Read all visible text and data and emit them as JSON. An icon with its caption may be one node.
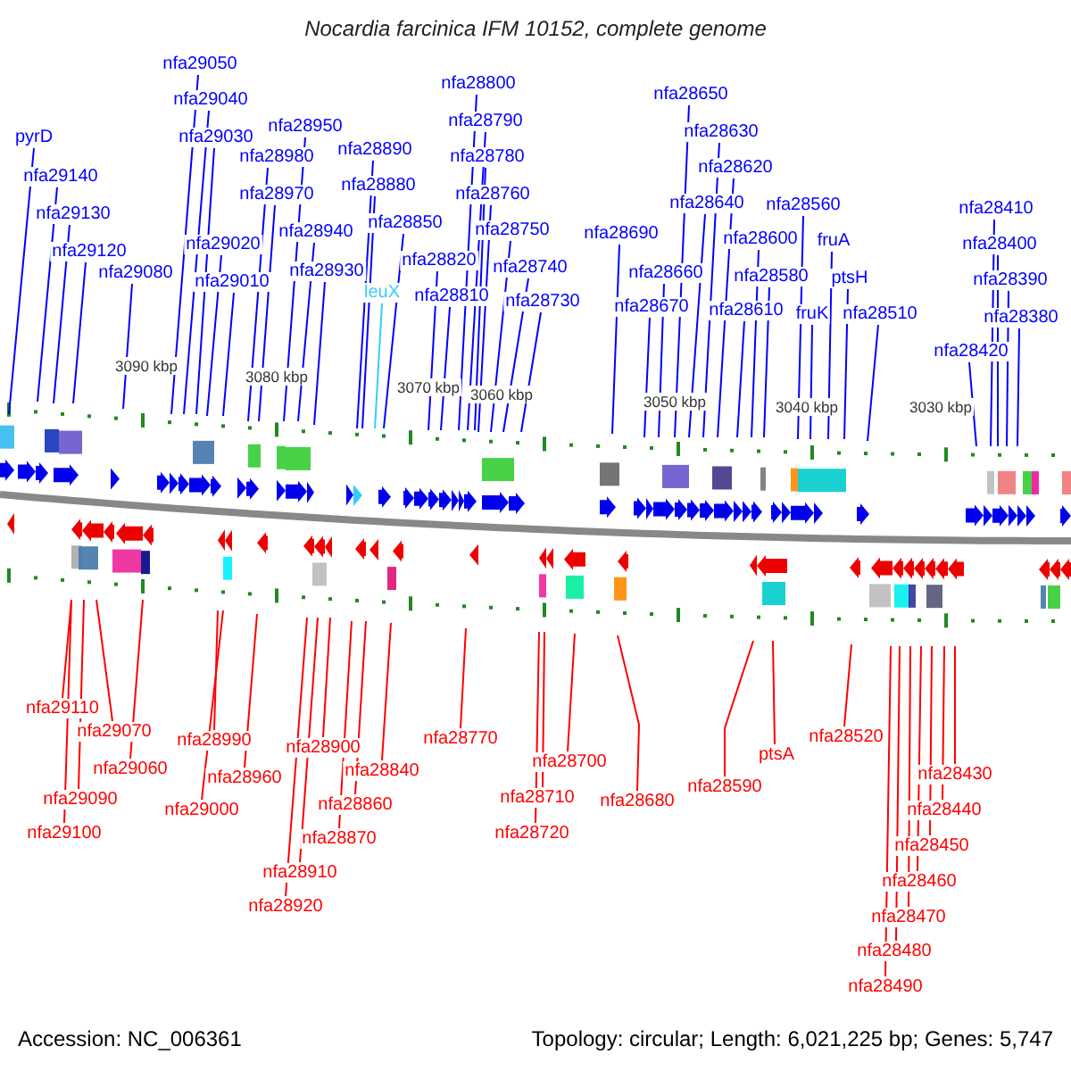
{
  "diagram": {
    "title": "Nocardia farcinica IFM 10152, complete genome",
    "nodes": [
      {
        "text": [
          "pyrD"
        ]
      },
      {
        "text": [
          "nfa29140"
        ]
      },
      {
        "text": [
          "nfa29130"
        ]
      },
      {
        "text": [
          "nfa29120"
        ]
      },
      {
        "text": [
          "nfa29080"
        ]
      },
      {
        "text": [
          "nfa29050"
        ]
      },
      {
        "text": [
          "nfa29040"
        ]
      },
      {
        "text": [
          "nfa29030"
        ]
      },
      {
        "text": [
          "nfa29020"
        ]
      },
      {
        "text": [
          "nfa29010"
        ]
      },
      {
        "text": [
          "nfa28980"
        ]
      },
      {
        "text": [
          "nfa28950"
        ]
      },
      {
        "text": [
          "nfa28970"
        ]
      },
      {
        "text": [
          "nfa28940"
        ]
      },
      {
        "text": [
          "nfa28930"
        ]
      },
      {
        "text": [
          "nfa28890"
        ]
      },
      {
        "text": [
          "nfa28880"
        ]
      },
      {
        "text": [
          "nfa28850"
        ]
      },
      {
        "text": [
          "leuX"
        ]
      },
      {
        "text": [
          "nfa28820"
        ]
      },
      {
        "text": [
          "nfa28810"
        ]
      },
      {
        "text": [
          "nfa28800"
        ]
      },
      {
        "text": [
          "nfa28790"
        ]
      },
      {
        "text": [
          "nfa28780"
        ]
      },
      {
        "text": [
          "nfa28760"
        ]
      },
      {
        "text": [
          "nfa28750"
        ]
      },
      {
        "text": [
          "nfa28740"
        ]
      },
      {
        "text": [
          "nfa28730"
        ]
      },
      {
        "text": [
          "nfa28690"
        ]
      },
      {
        "text": [
          "nfa28650"
        ]
      },
      {
        "text": [
          "nfa28630"
        ]
      },
      {
        "text": [
          "nfa28620"
        ]
      },
      {
        "text": [
          "nfa28640"
        ]
      },
      {
        "text": [
          "nfa28660"
        ]
      },
      {
        "text": [
          "nfa28670"
        ]
      },
      {
        "text": [
          "nfa28600"
        ]
      },
      {
        "text": [
          "nfa28580"
        ]
      },
      {
        "text": [
          "nfa28610"
        ]
      },
      {
        "text": [
          "nfa28560"
        ]
      },
      {
        "text": [
          "fruA"
        ]
      },
      {
        "text": [
          "ptsH"
        ]
      },
      {
        "text": [
          "fruK"
        ]
      },
      {
        "text": [
          "nfa28510"
        ]
      },
      {
        "text": [
          "nfa28410"
        ]
      },
      {
        "text": [
          "nfa28400"
        ]
      },
      {
        "text": [
          "nfa28390"
        ]
      },
      {
        "text": [
          "nfa28380"
        ]
      },
      {
        "text": [
          "nfa28420"
        ]
      },
      {
        "text": [
          "nfa29110"
        ]
      },
      {
        "text": [
          "nfa29070"
        ]
      },
      {
        "text": [
          "nfa29060"
        ]
      },
      {
        "text": [
          "nfa29090"
        ]
      },
      {
        "text": [
          "nfa29100"
        ]
      },
      {
        "text": [
          "nfa28990"
        ]
      },
      {
        "text": [
          "nfa28960"
        ]
      },
      {
        "text": [
          "nfa29000"
        ]
      },
      {
        "text": [
          "nfa28900"
        ]
      },
      {
        "text": [
          "nfa28840"
        ]
      },
      {
        "text": [
          "nfa28860"
        ]
      },
      {
        "text": [
          "nfa28870"
        ]
      },
      {
        "text": [
          "nfa28910"
        ]
      },
      {
        "text": [
          "nfa28920"
        ]
      },
      {
        "text": [
          "nfa28770"
        ]
      },
      {
        "text": [
          "nfa28700"
        ]
      },
      {
        "text": [
          "nfa28710"
        ]
      },
      {
        "text": [
          "nfa28720"
        ]
      },
      {
        "text": [
          "nfa28680"
        ]
      },
      {
        "text": [
          "nfa28590"
        ]
      },
      {
        "text": [
          "ptsA"
        ]
      },
      {
        "text": [
          "nfa28520"
        ]
      },
      {
        "text": [
          "nfa28430"
        ]
      },
      {
        "text": [
          "nfa28440"
        ]
      },
      {
        "text": [
          "nfa28450"
        ]
      },
      {
        "text": [
          "nfa28460"
        ]
      },
      {
        "text": [
          "nfa28470"
        ]
      },
      {
        "text": [
          "nfa28480"
        ]
      },
      {
        "text": [
          "nfa28490"
        ]
      }
    ],
    "edges": [
      {
        "from": 0,
        "to": null,
        "arrow": "none"
      },
      {
        "from": 1,
        "to": null,
        "arrow": "none"
      },
      {
        "from": 2,
        "to": null,
        "arrow": "none"
      },
      {
        "from": 3,
        "to": null,
        "arrow": "none"
      },
      {
        "from": 4,
        "to": null,
        "arrow": "none"
      },
      {
        "from": 5,
        "to": null,
        "arrow": "none"
      },
      {
        "from": 6,
        "to": null,
        "arrow": "none"
      },
      {
        "from": 7,
        "to": null,
        "arrow": "none"
      },
      {
        "from": 8,
        "to": null,
        "arrow": "none"
      },
      {
        "from": 9,
        "to": null,
        "arrow": "none"
      },
      {
        "from": 10,
        "to": null,
        "arrow": "none"
      },
      {
        "from": 11,
        "to": null,
        "arrow": "none"
      },
      {
        "from": 12,
        "to": null,
        "arrow": "none"
      },
      {
        "from": 13,
        "to": null,
        "arrow": "none"
      },
      {
        "from": 14,
        "to": null,
        "arrow": "none"
      },
      {
        "from": 15,
        "to": null,
        "arrow": "none"
      },
      {
        "from": 16,
        "to": null,
        "arrow": "none"
      },
      {
        "from": 17,
        "to": null,
        "arrow": "none"
      },
      {
        "from": 18,
        "to": null,
        "arrow": "none",
        "color": "#33ccff"
      },
      {
        "from": 19,
        "to": null,
        "arrow": "none"
      },
      {
        "from": 20,
        "to": null,
        "arrow": "none"
      },
      {
        "from": 21,
        "to": null,
        "arrow": "none"
      },
      {
        "from": 22,
        "to": null,
        "arrow": "none"
      },
      {
        "from": 23,
        "to": null,
        "arrow": "none"
      },
      {
        "from": 24,
        "to": null,
        "arrow": "none"
      },
      {
        "from": 25,
        "to": null,
        "arrow": "none"
      },
      {
        "from": 26,
        "to": null,
        "arrow": "none"
      },
      {
        "from": 27,
        "to": null,
        "arrow": "none"
      },
      {
        "from": 28,
        "to": null,
        "arrow": "none"
      },
      {
        "from": 29,
        "to": null,
        "arrow": "none"
      },
      {
        "from": 30,
        "to": null,
        "arrow": "none"
      },
      {
        "from": 31,
        "to": null,
        "arrow": "none"
      },
      {
        "from": 32,
        "to": null,
        "arrow": "none"
      },
      {
        "from": 33,
        "to": null,
        "arrow": "none"
      },
      {
        "from": 34,
        "to": null,
        "arrow": "none"
      },
      {
        "from": 35,
        "to": null,
        "arrow": "none"
      },
      {
        "from": 36,
        "to": null,
        "arrow": "none"
      },
      {
        "from": 37,
        "to": null,
        "arrow": "none"
      },
      {
        "from": 38,
        "to": null,
        "arrow": "none"
      },
      {
        "from": 39,
        "to": null,
        "arrow": "none"
      },
      {
        "from": 40,
        "to": null,
        "arrow": "none"
      },
      {
        "from": 41,
        "to": null,
        "arrow": "none"
      },
      {
        "from": 42,
        "to": null,
        "arrow": "none"
      },
      {
        "from": 43,
        "to": null,
        "arrow": "none"
      },
      {
        "from": 44,
        "to": null,
        "arrow": "none"
      },
      {
        "from": 45,
        "to": null,
        "arrow": "none"
      },
      {
        "from": 46,
        "to": null,
        "arrow": "none"
      },
      {
        "from": 47,
        "to": null,
        "arrow": "none"
      },
      {
        "from": 48,
        "to": null,
        "arrow": "none",
        "color": "#ff0000"
      },
      {
        "from": 49,
        "to": null,
        "arrow": "none",
        "color": "#ff0000"
      },
      {
        "from": 50,
        "to": null,
        "arrow": "none",
        "color": "#ff0000"
      },
      {
        "from": 51,
        "to": null,
        "arrow": "none",
        "color": "#ff0000"
      },
      {
        "from": 52,
        "to": null,
        "arrow": "none",
        "color": "#ff0000"
      },
      {
        "from": 53,
        "to": null,
        "arrow": "none",
        "color": "#ff0000"
      },
      {
        "from": 54,
        "to": null,
        "arrow": "none",
        "color": "#ff0000"
      },
      {
        "from": 55,
        "to": null,
        "arrow": "none",
        "color": "#ff0000"
      },
      {
        "from": 56,
        "to": null,
        "arrow": "none",
        "color": "#ff0000"
      },
      {
        "from": 57,
        "to": null,
        "arrow": "none",
        "color": "#ff0000"
      },
      {
        "from": 58,
        "to": null,
        "arrow": "none",
        "color": "#ff0000"
      },
      {
        "from": 59,
        "to": null,
        "arrow": "none",
        "color": "#ff0000"
      },
      {
        "from": 60,
        "to": null,
        "arrow": "none",
        "color": "#ff0000"
      },
      {
        "from": 61,
        "to": null,
        "arrow": "none",
        "color": "#ff0000"
      },
      {
        "from": 62,
        "to": null,
        "arrow": "none",
        "color": "#ff0000"
      },
      {
        "from": 63,
        "to": null,
        "arrow": "none",
        "color": "#ff0000"
      },
      {
        "from": 64,
        "to": null,
        "arrow": "none",
        "color": "#ff0000"
      },
      {
        "from": 65,
        "to": null,
        "arrow": "none",
        "color": "#ff0000"
      },
      {
        "from": 66,
        "to": null,
        "arrow": "none",
        "color": "#ff0000"
      },
      {
        "from": 67,
        "to": null,
        "arrow": "none",
        "color": "#ff0000"
      },
      {
        "from": 68,
        "to": null,
        "arrow": "none",
        "color": "#ff0000"
      },
      {
        "from": 69,
        "to": null,
        "arrow": "none",
        "color": "#ff0000"
      },
      {
        "from": 70,
        "to": null,
        "arrow": "none",
        "color": "#ff0000"
      },
      {
        "from": 71,
        "to": null,
        "arrow": "none",
        "color": "#ff0000"
      },
      {
        "from": 72,
        "to": null,
        "arrow": "none",
        "color": "#ff0000"
      },
      {
        "from": 73,
        "to": null,
        "arrow": "none",
        "color": "#ff0000"
      },
      {
        "from": 74,
        "to": null,
        "arrow": "none",
        "color": "#ff0000"
      },
      {
        "from": 75,
        "to": null,
        "arrow": "none",
        "color": "#ff0000"
      },
      {
        "from": 76,
        "to": null,
        "arrow": "none",
        "color": "#ff0000"
      }
    ],
    "labels": [
      "3090 kbp",
      "3080 kbp",
      "3070 kbp",
      "3060 kbp",
      "3050 kbp",
      "3040 kbp",
      "3030 kbp",
      "Accession: NC_006361",
      "Topology: circular; Length: 6,021,225 bp; Genes: 5,747"
    ]
  }
}
